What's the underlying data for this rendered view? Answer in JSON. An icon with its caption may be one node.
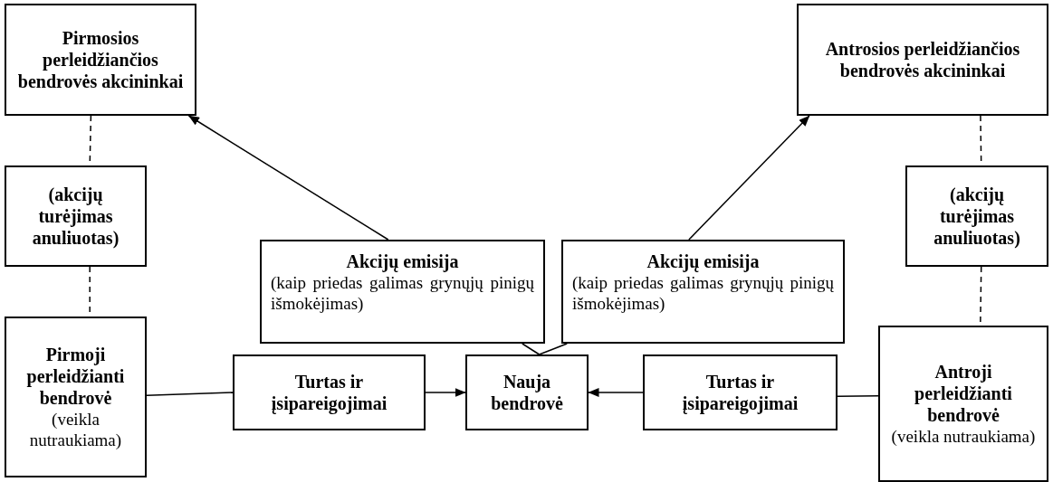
{
  "diagram": {
    "nodes": [
      {
        "text": [
          "Pirmosios perleidžiančios bendrovės akcininkai"
        ]
      },
      {
        "text": [
          "Antrosios perleidžiančios bendrovės akcininkai"
        ]
      },
      {
        "text": [
          "(akcijų turėjimas anuliuotas)"
        ]
      },
      {
        "text": [
          "Akcijų emisija",
          "(kaip priedas galimas grynųjų pinigų išmokėjimas)"
        ]
      },
      {
        "text": [
          "Akcijų emisija",
          "(kaip priedas galimas grynųjų pinigų išmokėjimas)"
        ]
      },
      {
        "text": [
          "(akcijų turėjimas anuliuotas)"
        ]
      },
      {
        "text": [
          "Pirmoji perleidžianti bendrovė",
          "(veikla nutraukiama)"
        ]
      },
      {
        "text": [
          "Turtas ir įsipareigojimai"
        ]
      },
      {
        "text": [
          "Nauja bendrovė"
        ]
      },
      {
        "text": [
          "Turtas ir įsipareigojimai"
        ]
      },
      {
        "text": [
          "Antroji perleidžianti bendrovė",
          "(veikla nutraukiama)"
        ]
      }
    ],
    "edges": [
      {
        "from": 0,
        "to": 2,
        "arrow": "none",
        "style": "dashed"
      },
      {
        "from": 2,
        "to": 6,
        "arrow": "none",
        "style": "dashed"
      },
      {
        "from": 1,
        "to": 5,
        "arrow": "none",
        "style": "dashed"
      },
      {
        "from": 5,
        "to": 10,
        "arrow": "none",
        "style": "dashed"
      },
      {
        "from": 3,
        "to": 0,
        "arrow": "to"
      },
      {
        "from": 4,
        "to": 1,
        "arrow": "to"
      },
      {
        "from": 6,
        "to": 7,
        "arrow": "none"
      },
      {
        "from": 7,
        "to": 8,
        "arrow": "to"
      },
      {
        "from": 9,
        "to": 8,
        "arrow": "to"
      },
      {
        "from": 10,
        "to": 9,
        "arrow": "none"
      },
      {
        "from": 8,
        "to": 3,
        "arrow": "none"
      },
      {
        "from": 8,
        "to": 4,
        "arrow": "none"
      }
    ]
  }
}
